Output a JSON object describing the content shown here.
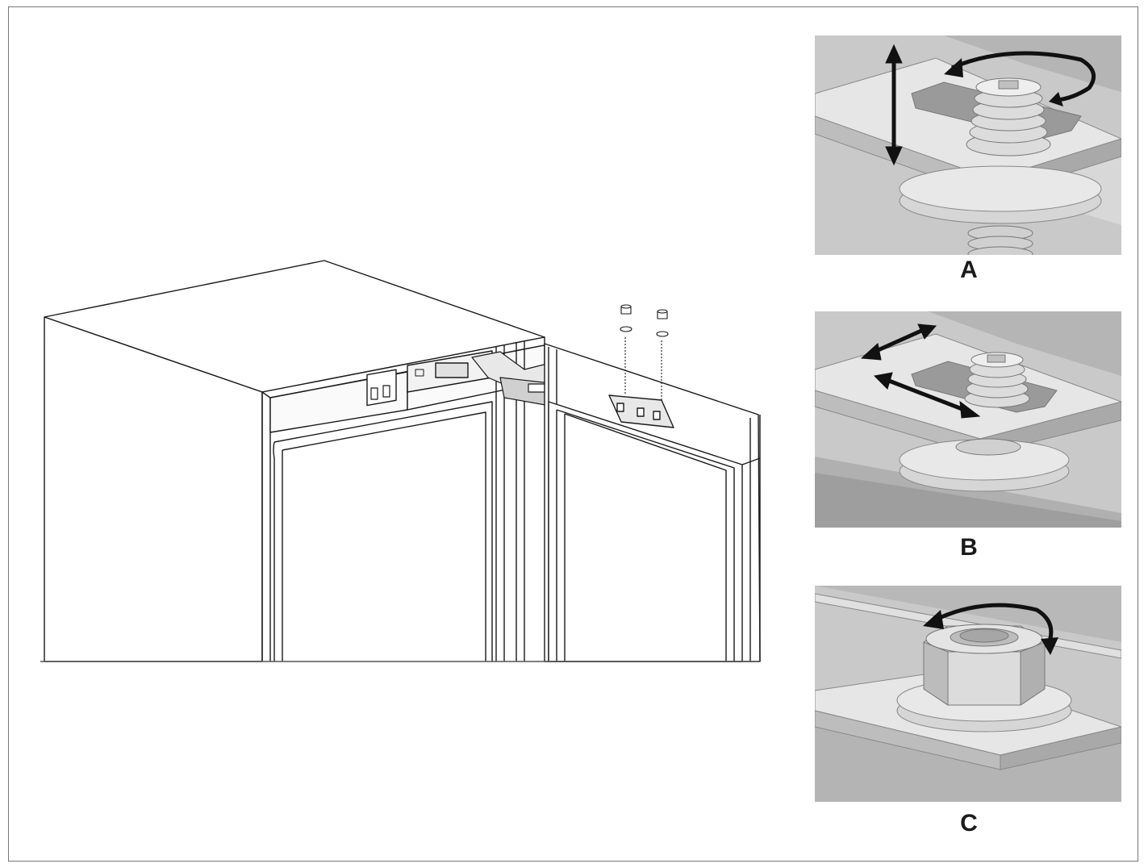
{
  "panels": {
    "a": {
      "label": "A",
      "action": "height-adjust-and-rotate"
    },
    "b": {
      "label": "B",
      "action": "lateral-slide-adjust"
    },
    "c": {
      "label": "C",
      "action": "tighten-nut"
    }
  },
  "colors": {
    "line": "#1a1a1a",
    "panel_bg": "#c9c9c9",
    "metal_light": "#e4e4e4",
    "metal_mid": "#bdbdbd",
    "metal_dark": "#8e8e8e"
  }
}
